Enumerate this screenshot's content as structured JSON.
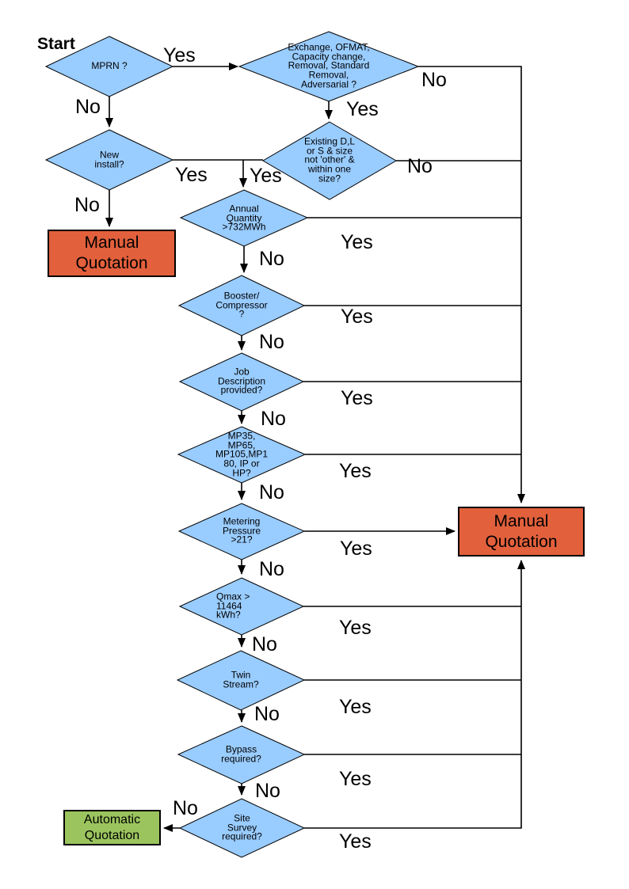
{
  "labels": {
    "start": "Start",
    "yes": "Yes",
    "no": "No"
  },
  "colors": {
    "decision_fill": "#99CCFF",
    "manual_fill": "#E2603C",
    "automatic_fill": "#9BC45E",
    "connector": "#000000",
    "background": "#FFFFFF"
  },
  "decisions": {
    "mprn": {
      "label": "MPRN ?"
    },
    "exchange": {
      "label": "Exchange, OFMAT,\nCapacity change,\nRemoval, Standard\nRemoval,\nAdversarial ?"
    },
    "new_install": {
      "label": "New\ninstall?"
    },
    "existing_size": {
      "label": "Existing D,L\nor S & size\nnot 'other' &\nwithin one\nsize?"
    },
    "annual_quantity": {
      "label": "Annual\nQuantity\n>732MWh"
    },
    "booster": {
      "label": "Booster/\nCompressor\n?"
    },
    "job_description": {
      "label": "Job\nDescription\nprovided?"
    },
    "pressure_tier": {
      "label": "MP35,\nMP65,\nMP105,MP1\n80, IP or\nHP?"
    },
    "metering_pressure": {
      "label": "Metering\nPressure\n>21?"
    },
    "qmax": {
      "label": "Qmax >\n11464\nkWh?"
    },
    "twin_stream": {
      "label": "Twin\nStream?"
    },
    "bypass": {
      "label": "Bypass\nrequired?"
    },
    "site_survey": {
      "label": "Site\nSurvey\nrequired?"
    }
  },
  "terminals": {
    "manual_left": {
      "label": "Manual\nQuotation"
    },
    "manual_right": {
      "label": "Manual\nQuotation"
    },
    "automatic": {
      "label": "Automatic\nQuotation"
    }
  },
  "edges": [
    {
      "from": "mprn",
      "label": "Yes",
      "to": "exchange"
    },
    {
      "from": "mprn",
      "label": "No",
      "to": "new_install"
    },
    {
      "from": "exchange",
      "label": "No",
      "to": "manual_right"
    },
    {
      "from": "exchange",
      "label": "Yes",
      "to": "existing_size"
    },
    {
      "from": "new_install",
      "label": "No",
      "to": "manual_left"
    },
    {
      "from": "new_install",
      "label": "Yes",
      "to": "annual_quantity"
    },
    {
      "from": "existing_size",
      "label": "No",
      "to": "manual_right"
    },
    {
      "from": "existing_size",
      "label": "Yes",
      "to": "annual_quantity"
    },
    {
      "from": "annual_quantity",
      "label": "Yes",
      "to": "manual_right"
    },
    {
      "from": "annual_quantity",
      "label": "No",
      "to": "booster"
    },
    {
      "from": "booster",
      "label": "Yes",
      "to": "manual_right"
    },
    {
      "from": "booster",
      "label": "No",
      "to": "job_description"
    },
    {
      "from": "job_description",
      "label": "Yes",
      "to": "manual_right"
    },
    {
      "from": "job_description",
      "label": "No",
      "to": "pressure_tier"
    },
    {
      "from": "pressure_tier",
      "label": "Yes",
      "to": "manual_right"
    },
    {
      "from": "pressure_tier",
      "label": "No",
      "to": "metering_pressure"
    },
    {
      "from": "metering_pressure",
      "label": "Yes",
      "to": "manual_right"
    },
    {
      "from": "metering_pressure",
      "label": "No",
      "to": "qmax"
    },
    {
      "from": "qmax",
      "label": "Yes",
      "to": "manual_right"
    },
    {
      "from": "qmax",
      "label": "No",
      "to": "twin_stream"
    },
    {
      "from": "twin_stream",
      "label": "Yes",
      "to": "manual_right"
    },
    {
      "from": "twin_stream",
      "label": "No",
      "to": "bypass"
    },
    {
      "from": "bypass",
      "label": "Yes",
      "to": "manual_right"
    },
    {
      "from": "bypass",
      "label": "No",
      "to": "site_survey"
    },
    {
      "from": "site_survey",
      "label": "Yes",
      "to": "manual_right"
    },
    {
      "from": "site_survey",
      "label": "No",
      "to": "automatic"
    }
  ]
}
